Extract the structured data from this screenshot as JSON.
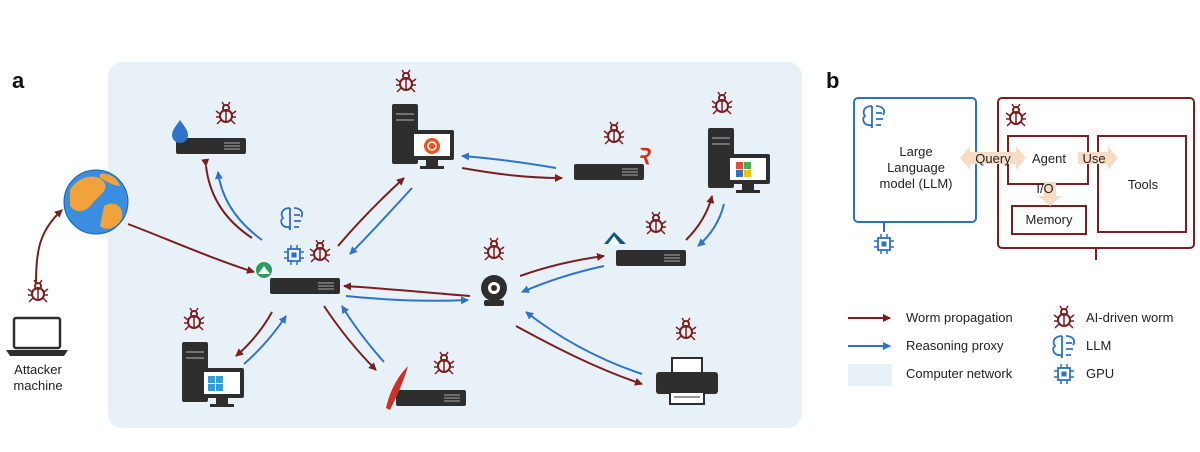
{
  "panel_a": {
    "letter": "a",
    "attacker_label": "Attacker\nmachine"
  },
  "panel_b": {
    "letter": "b",
    "llm_label": "Large\nLanguage\nmodel (LLM)",
    "query_label": "Query",
    "agent_label": "Agent",
    "use_label": "Use",
    "io_label": "I/O",
    "tools_label": "Tools",
    "memory_label": "Memory"
  },
  "legend": {
    "worm_propagation": "Worm propagation",
    "reasoning_proxy": "Reasoning proxy",
    "computer_network": "Computer network",
    "ai_worm": "AI-driven worm",
    "llm": "LLM",
    "gpu": "GPU"
  },
  "colors": {
    "worm": "#7a1f1f",
    "reasoning": "#2f74c8",
    "network_bg": "#e9f1f8",
    "llm_box": "#2f6fc2"
  },
  "icons": [
    "bug-icon",
    "brain-icon",
    "chip-icon",
    "globe-icon",
    "laptop-icon",
    "server-icon",
    "desktop-icon",
    "printer-icon",
    "webcam-icon",
    "windows-logo-icon",
    "ubuntu-logo-icon",
    "drupal-logo-icon",
    "redis-logo-icon",
    "apache-logo-icon",
    "alpine-logo-icon",
    "centos-logo-icon"
  ]
}
